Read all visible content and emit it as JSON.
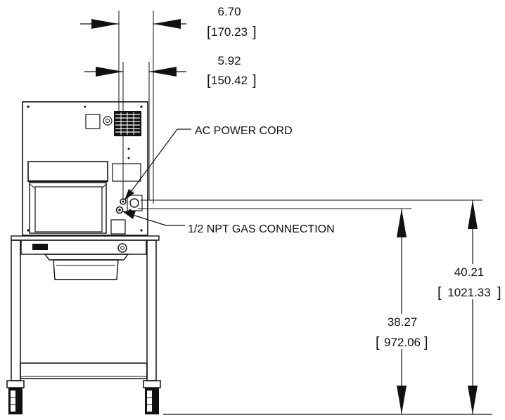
{
  "dimensions": {
    "width_outer": {
      "inch": "6.70",
      "mm": "170.23"
    },
    "width_inner": {
      "inch": "5.92",
      "mm": "150.42"
    },
    "height_power": {
      "inch": "40.21",
      "mm": "1021.33"
    },
    "height_gas": {
      "inch": "38.27",
      "mm": "972.06"
    }
  },
  "callouts": {
    "power": "AC POWER CORD",
    "gas": "1/2 NPT GAS CONNECTION"
  },
  "colors": {
    "line": "#111111",
    "background": "#ffffff"
  }
}
